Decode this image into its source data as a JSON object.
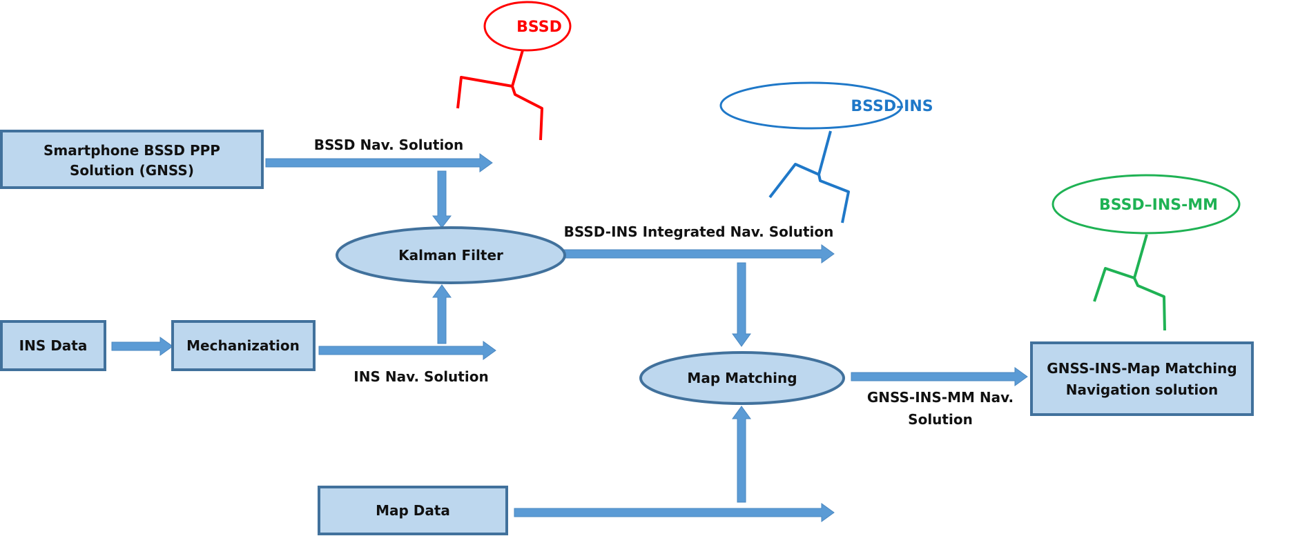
{
  "nodes": {
    "smartphone": {
      "lines": [
        "Smartphone BSSD PPP",
        "Solution (GNSS)"
      ]
    },
    "ins_data": {
      "label": "INS Data"
    },
    "mechanization": {
      "label": "Mechanization"
    },
    "kalman": {
      "label": "Kalman Filter"
    },
    "map_matching": {
      "label": "Map Matching"
    },
    "map_data": {
      "label": "Map Data"
    },
    "output": {
      "lines": [
        "GNSS-INS-Map Matching",
        "Navigation solution"
      ]
    }
  },
  "labels": {
    "bssd_nav": "BSSD Nav. Solution",
    "ins_nav": "INS Nav. Solution",
    "bssd_ins_nav": "BSSD-INS Integrated Nav. Solution",
    "mm_nav": [
      "GNSS-INS-MM Nav.",
      "Solution"
    ]
  },
  "callouts": {
    "bssd": {
      "label": "BSSD",
      "color": "#ff0000"
    },
    "bssd_ins": {
      "label": "BSSD–INS",
      "color": "#1f78c8"
    },
    "bssd_ins_mm": {
      "label": "BSSD–INS-MM",
      "color": "#1fb254"
    }
  },
  "colors": {
    "box_fill": "#bdd7ee",
    "box_stroke": "#41719c",
    "arrow": "#5b9bd5"
  }
}
